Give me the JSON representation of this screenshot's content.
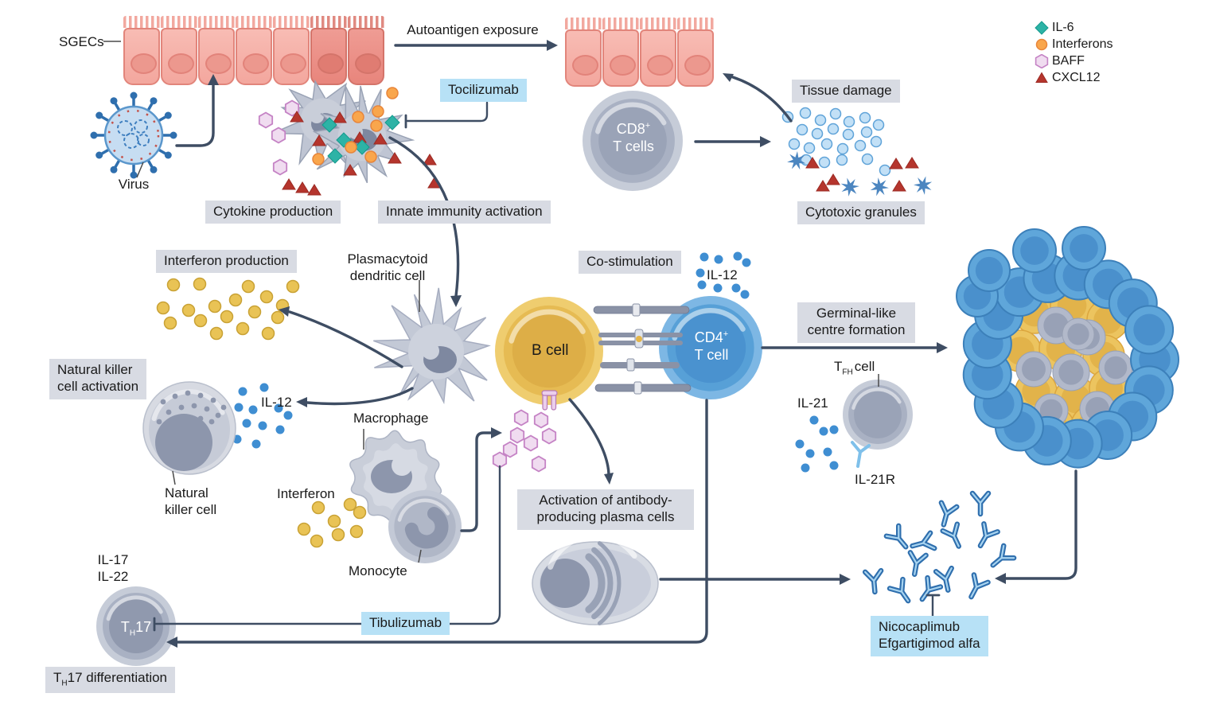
{
  "legend": {
    "items": [
      {
        "label": "IL-6",
        "marker": "il6-diamond-icon"
      },
      {
        "label": "Interferons",
        "marker": "interferon-circle-icon"
      },
      {
        "label": "BAFF",
        "marker": "baff-hexagon-icon"
      },
      {
        "label": "CXCL12",
        "marker": "cxcl12-triangle-icon"
      }
    ]
  },
  "labels": {
    "sgecs": "SGECs",
    "virus": "Virus",
    "autoantigen_exposure": "Autoantigen exposure",
    "cytokine_production": "Cytokine production",
    "innate_immunity_activation": "Innate immunity activation",
    "tissue_damage": "Tissue damage",
    "cytotoxic_granules": "Cytotoxic granules",
    "interferon_production": "Interferon production",
    "pdc": {
      "line1": "Plasmacytoid",
      "line2": "dendritic cell"
    },
    "cd8": {
      "name": "CD8",
      "sup": "+",
      "line2": "T cells"
    },
    "co_stimulation": "Co-stimulation",
    "il12_costim": "IL-12",
    "b_cell": "B cell",
    "cd4": {
      "name": "CD4",
      "sup": "+",
      "line2": "T cell"
    },
    "germinal": {
      "line1": "Germinal-like",
      "line2": "centre formation"
    },
    "tfh": {
      "pre": "T",
      "sub": "FH",
      "post": "cell"
    },
    "il21": "IL-21",
    "il21r": "IL-21R",
    "nk_activation": {
      "line1": "Natural killer",
      "line2": "cell activation"
    },
    "il12_nk": "IL-12",
    "nk_cell": {
      "line1": "Natural",
      "line2": "killer cell"
    },
    "macrophage": "Macrophage",
    "interferon": "Interferon",
    "monocyte": "Monocyte",
    "plasma_activation": {
      "line1": "Activation of antibody-",
      "line2": "producing plasma cells"
    },
    "il17": "IL-17",
    "il22": "IL-22",
    "th17": {
      "pre": "T",
      "sub": "H",
      "post": "17"
    },
    "th17_diff": {
      "pre": "T",
      "sub": "H",
      "post": "17 differentiation"
    }
  },
  "drugs": {
    "tocilizumab": "Tocilizumab",
    "tibulizumab": "Tibulizumab",
    "nicocaplimub": "Nicocaplimub",
    "efgartigimod": "Efgartigimod alfa"
  },
  "colors": {
    "il6": "#2db3a6",
    "interferons": "#f9a64c",
    "baff": "#f0dcf0",
    "baff_border": "#c583c5",
    "cxcl12": "#b5352d",
    "arrow": "#3e4d63",
    "label_box_bg": "#d8dbe3",
    "drug_box_bg": "#b7e1f6",
    "il12_dot": "#3f8ed2",
    "granule_dot": "#c2e0f6",
    "star": "#4c86c0",
    "interferon_yellow": "#e9c355",
    "antibody": "#2f6fae"
  }
}
